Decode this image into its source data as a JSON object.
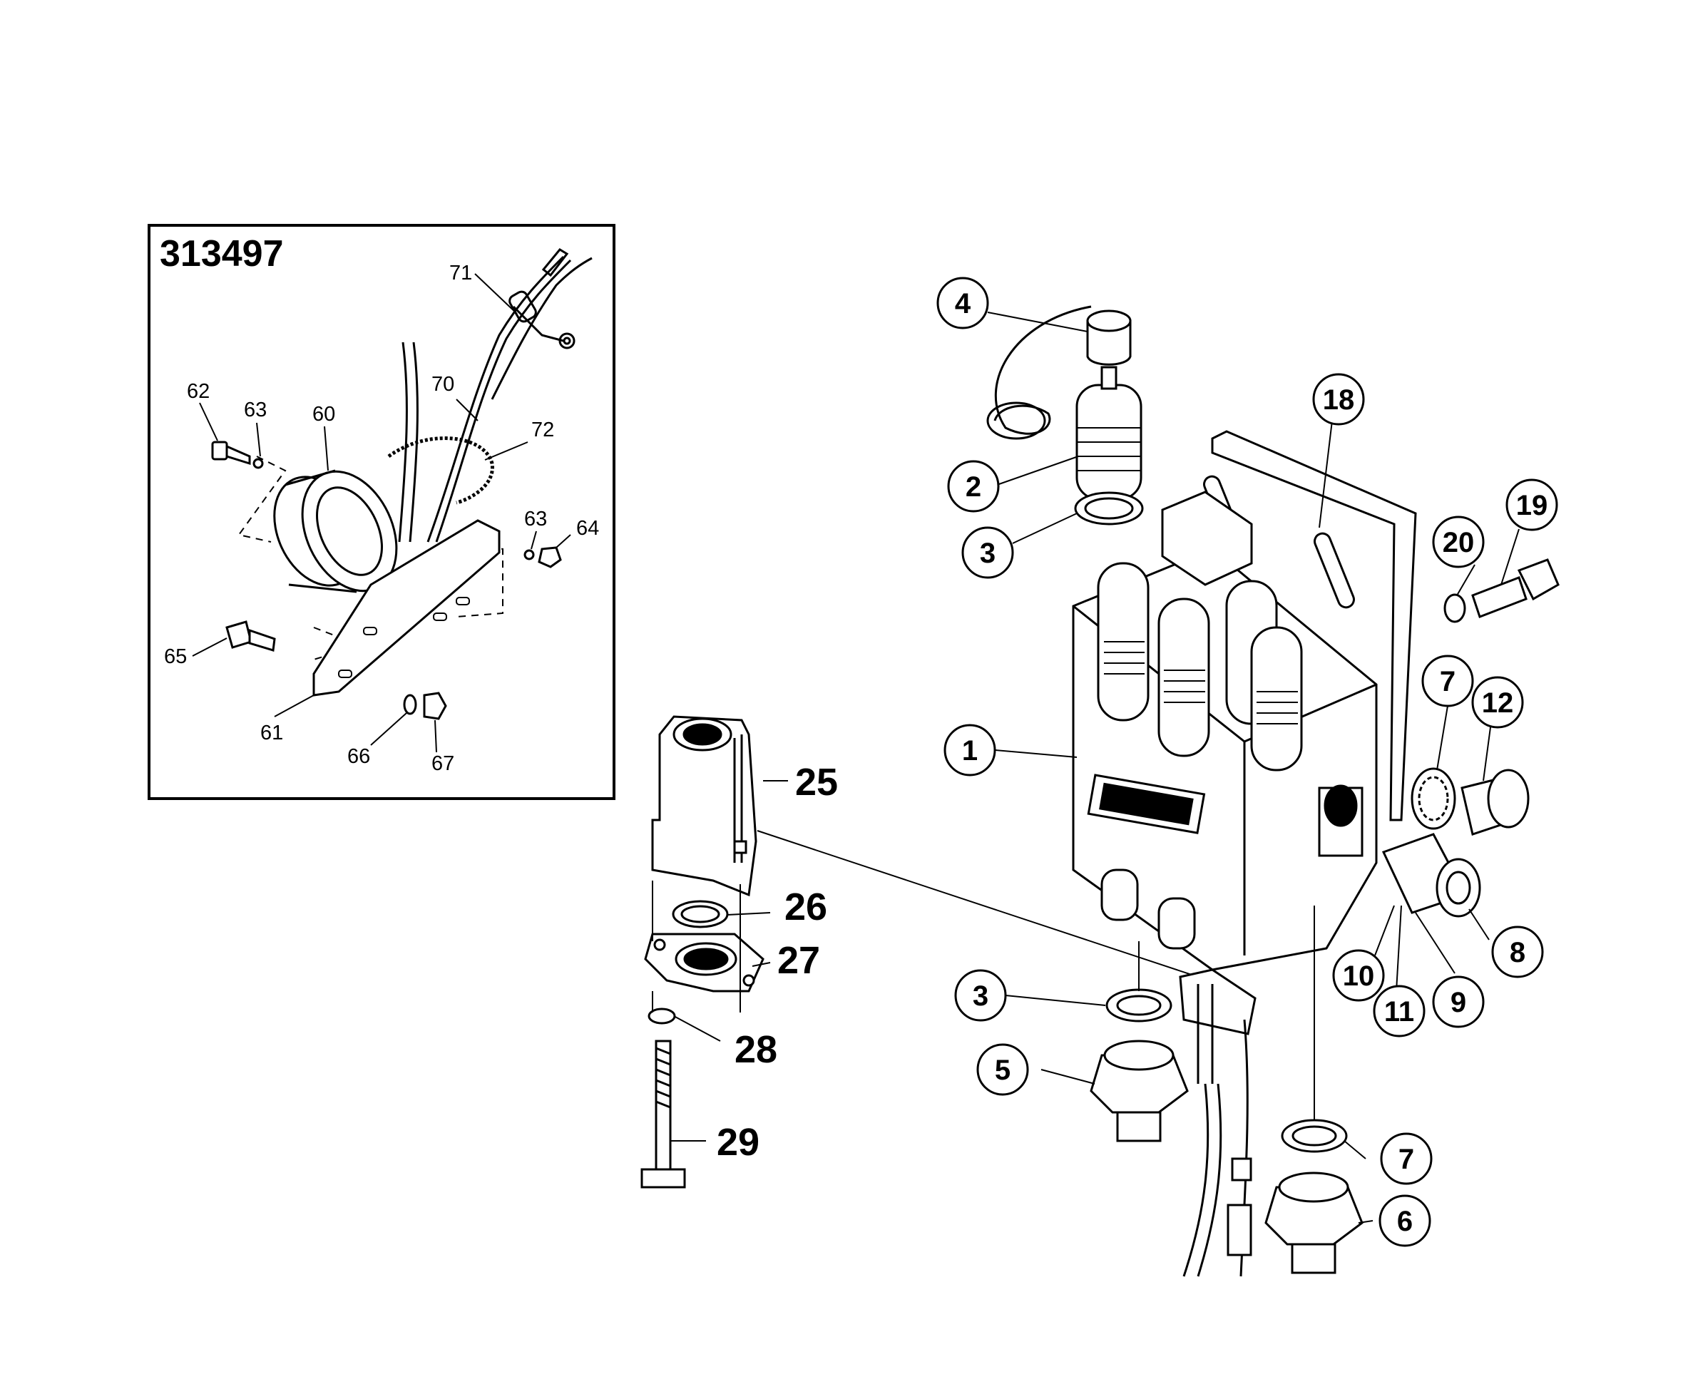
{
  "inset": {
    "title": "313497",
    "labels": [
      "71",
      "70",
      "72",
      "62",
      "63",
      "60",
      "63",
      "64",
      "65",
      "61",
      "66",
      "67"
    ]
  },
  "callouts_circled": [
    "4",
    "18",
    "2",
    "3",
    "20",
    "19",
    "7",
    "12",
    "1",
    "8",
    "10",
    "11",
    "9",
    "3",
    "5",
    "7",
    "6"
  ],
  "callouts_bold": [
    "25",
    "26",
    "27",
    "28",
    "29"
  ]
}
